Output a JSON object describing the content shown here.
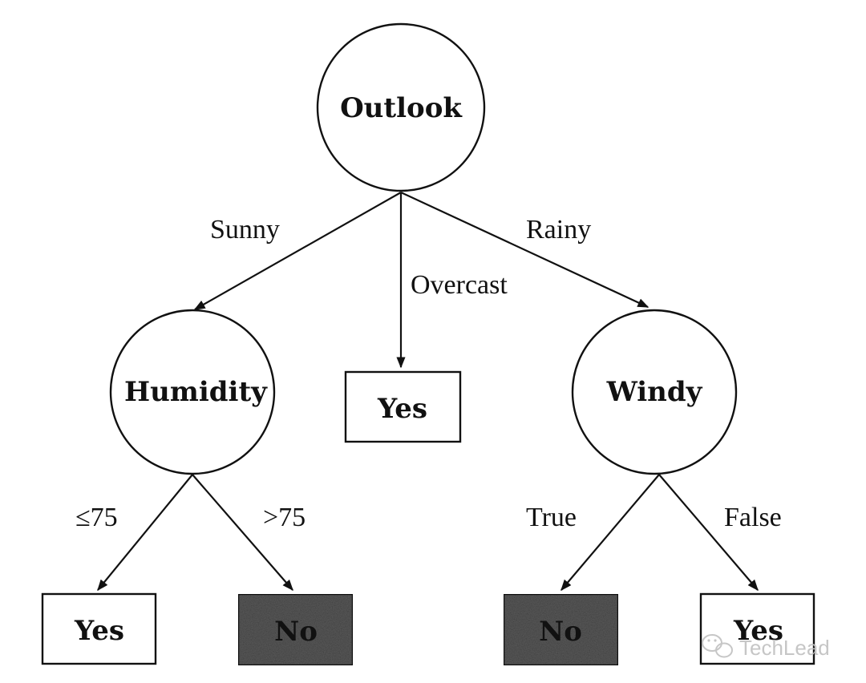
{
  "tree": {
    "root": {
      "label": "Outlook"
    },
    "humidity": {
      "label": "Humidity"
    },
    "windy": {
      "label": "Windy"
    },
    "leaves": {
      "overcast_yes": {
        "label": "Yes",
        "shaded": false
      },
      "humidity_low_yes": {
        "label": "Yes",
        "shaded": false
      },
      "humidity_high_no": {
        "label": "No",
        "shaded": true
      },
      "windy_true_no": {
        "label": "No",
        "shaded": true
      },
      "windy_false_yes": {
        "label": "Yes",
        "shaded": false
      }
    },
    "edges": {
      "sunny": "Sunny",
      "overcast": "Overcast",
      "rainy": "Rainy",
      "le75": "≤75",
      "gt75": ">75",
      "true": "True",
      "false": "False"
    }
  },
  "watermark": {
    "text": "TechLead",
    "icon": "wechat-icon"
  },
  "colors": {
    "stroke": "#111111",
    "shaded_fill": "#5a5a5a",
    "watermark": "#c4c4c4"
  }
}
